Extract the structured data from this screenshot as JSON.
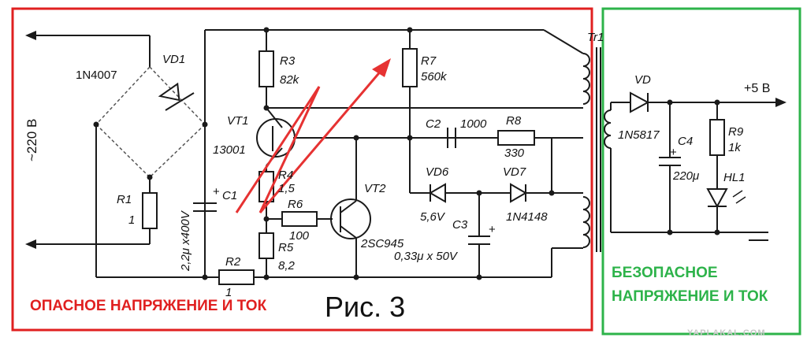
{
  "zones": {
    "danger": {
      "label": "ОПАСНОЕ НАПРЯЖЕНИЕ И ТОК",
      "color": "#e02020"
    },
    "safe": {
      "label_line1": "БЕЗОПАСНОЕ",
      "label_line2": "НАПРЯЖЕНИЕ И ТОК",
      "color": "#2db34a"
    }
  },
  "figure_caption": "Рис. 3",
  "watermark": "YAPLAKAL.COM",
  "input": {
    "label": "~220 В"
  },
  "output": {
    "label": "+5 В"
  },
  "components": {
    "vd1": {
      "ref": "VD1",
      "value": "1N4007"
    },
    "r1": {
      "ref": "R1",
      "value": "1"
    },
    "c1": {
      "ref": "C1",
      "value": "2,2μ x400V"
    },
    "r2": {
      "ref": "R2",
      "value": "1"
    },
    "r3": {
      "ref": "R3",
      "value": "82k"
    },
    "vt1": {
      "ref": "VT1",
      "value": "13001"
    },
    "r4": {
      "ref": "R4",
      "value": "1,5"
    },
    "r5": {
      "ref": "R5",
      "value": "8,2"
    },
    "r6": {
      "ref": "R6",
      "value": "100"
    },
    "vt2": {
      "ref": "VT2",
      "value": "2SC945"
    },
    "r7": {
      "ref": "R7",
      "value": "560k"
    },
    "c2": {
      "ref": "C2",
      "value": "1000"
    },
    "r8": {
      "ref": "R8",
      "value": "330"
    },
    "vd6": {
      "ref": "VD6",
      "value": "5,6V"
    },
    "vd7": {
      "ref": "VD7",
      "value": "1N4148"
    },
    "c3": {
      "ref": "C3",
      "value": "0,33μ x 50V"
    },
    "tr1": {
      "ref": "Tr1"
    },
    "vd": {
      "ref": "VD",
      "value": "1N5817"
    },
    "c4": {
      "ref": "C4",
      "value": "220μ"
    },
    "r9": {
      "ref": "R9",
      "value": "1k"
    },
    "hl1": {
      "ref": "HL1"
    }
  },
  "plus_sign": "+"
}
